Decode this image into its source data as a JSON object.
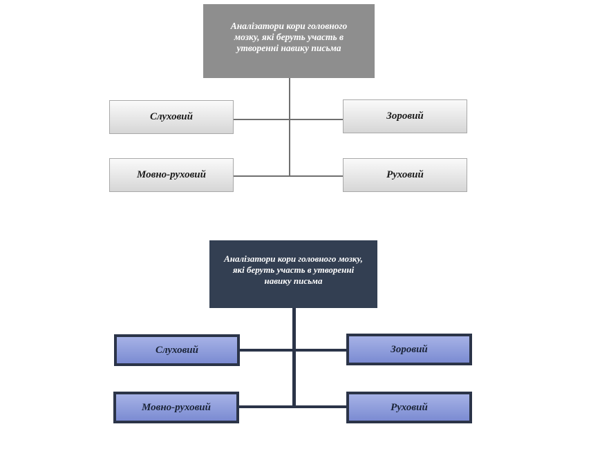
{
  "diagrams": [
    {
      "root": "Аналізатори кори головного мозку, які беруть участь в утворенні навику письма",
      "leaves": [
        "Слуховий",
        "Зоровий",
        "Мовно-руховий",
        "Руховий"
      ],
      "colors": {
        "root": "#8e8e8e",
        "leaf": "#e6e6e6",
        "connector": "#6f6f6f"
      }
    },
    {
      "root": "Аналізатори кори головного мозку, які беруть участь в утворенні навику письма",
      "leaves": [
        "Слуховий",
        "Зоровий",
        "Мовно-руховий",
        "Руховий"
      ],
      "colors": {
        "root": "#333f52",
        "leaf": "#8f9cdb",
        "connector": "#2b3448"
      }
    }
  ]
}
